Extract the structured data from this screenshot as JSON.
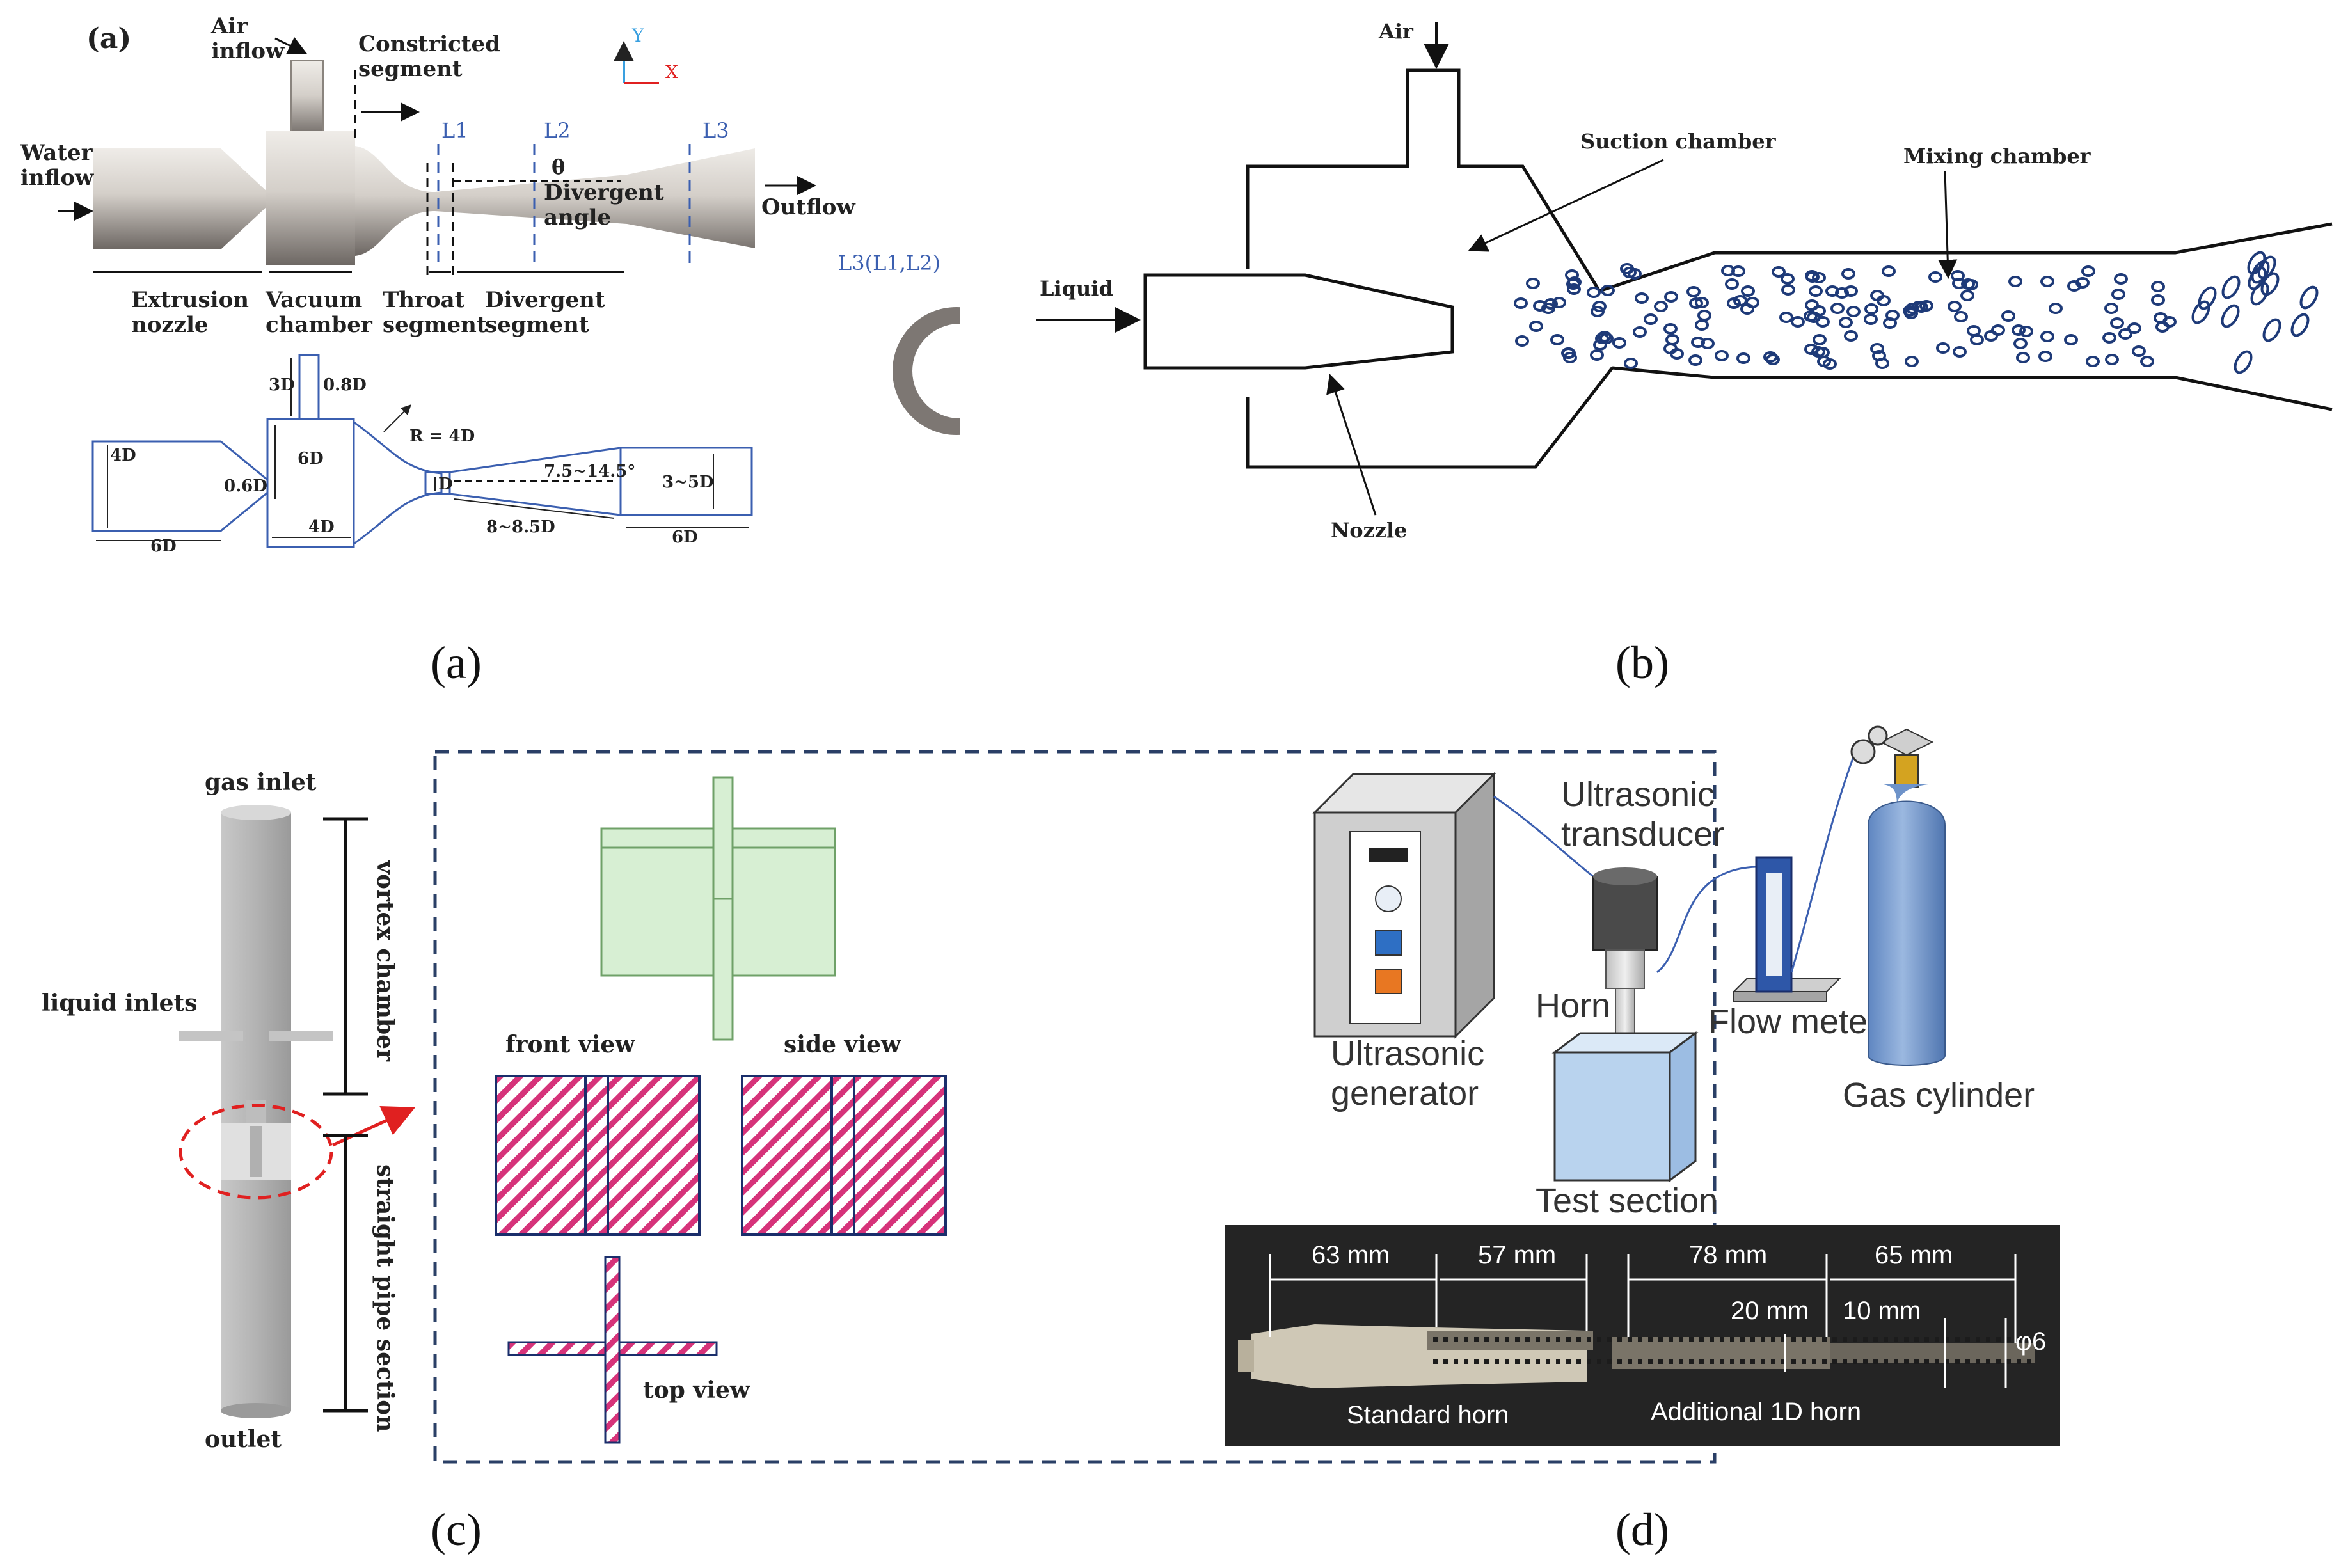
{
  "captions": {
    "a": "(a)",
    "b": "(b)",
    "c": "(c)",
    "d": "(d)"
  },
  "panel_a": {
    "tag": "(a)",
    "air_inflow": "Air\ninflow",
    "water_inflow": "Water\ninflow",
    "constricted_segment": "Constricted\nsegment",
    "outflow": "Outflow",
    "divergent_angle": "Divergent\nangle",
    "theta": "θ",
    "extrusion_nozzle": "Extrusion\nnozzle",
    "vacuum_chamber": "Vacuum\nchamber",
    "throat_segment": "Throat\nsegment",
    "divergent_segment": "Divergent\nsegment",
    "axis_y": "Y",
    "axis_x": "X",
    "l1": "L1",
    "l2": "L2",
    "l3": "L3",
    "l3_inset": "L3(L1,L2)",
    "dims": {
      "d_3d": "3D",
      "d_08d": "0.8D",
      "r": "R = 4D",
      "d_4d_left": "4D",
      "d_6d_chamber": "6D",
      "d_06d": "0.6D",
      "d_d": "D",
      "angle_range": "7.5~14.5°",
      "d_3_5d": "3~5D",
      "d_6d_bottom": "6D",
      "d_4d_bottom": "4D",
      "d_8_85d": "8~8.5D",
      "d_6d_right": "6D"
    }
  },
  "panel_b": {
    "air": "Air",
    "liquid": "Liquid",
    "suction_chamber": "Suction chamber",
    "mixing_chamber": "Mixing chamber",
    "nozzle": "Nozzle"
  },
  "panel_c": {
    "gas_inlet": "gas inlet",
    "liquid_inlets": "liquid inlets",
    "outlet": "outlet",
    "vortex_chamber": "vortex chamber",
    "straight_pipe_section": "straight pipe section",
    "front_view": "front view",
    "side_view": "side view",
    "top_view": "top view"
  },
  "panel_d": {
    "ultrasonic_transducer": "Ultrasonic\ntransducer",
    "horn": "Horn",
    "flow_meter": "Flow meter",
    "ultrasonic_generator": "Ultrasonic\ngenerator",
    "gas_cylinder": "Gas cylinder",
    "test_section": "Test section",
    "m63": "63 mm",
    "m57": "57 mm",
    "m78": "78 mm",
    "m65": "65 mm",
    "m20": "20 mm",
    "m10": "10 mm",
    "phi6": "φ6",
    "standard_horn": "Standard horn",
    "additional_horn": "Additional 1D horn"
  },
  "colors": {
    "line_blue": "#3b5fb0",
    "hatch_pink": "#d6337a",
    "light_green": "#d7efd3",
    "cylinder_blue": "#6e93c9",
    "water_blue": "#b9d3ee"
  }
}
